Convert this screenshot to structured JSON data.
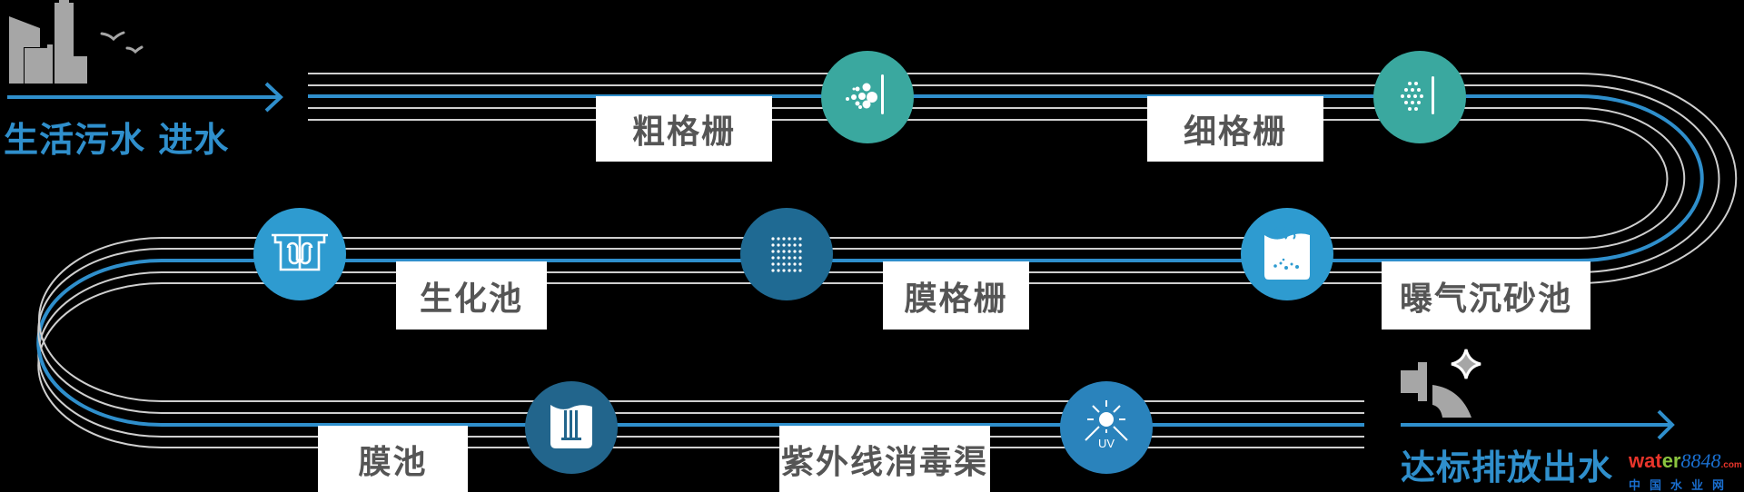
{
  "title_in": "生活污水 进水",
  "title_out": "达标排放出水",
  "steps": [
    {
      "label": "粗格栅",
      "icon": "coarse-screen-icon",
      "color": "#3aa89f"
    },
    {
      "label": "细格栅",
      "icon": "fine-screen-icon",
      "color": "#3aa89f"
    },
    {
      "label": "曝气沉砂池",
      "icon": "aerated-grit-tank-icon",
      "color": "#2e9bd0"
    },
    {
      "label": "膜格栅",
      "icon": "membrane-screen-icon",
      "color": "#1f6a93"
    },
    {
      "label": "生化池",
      "icon": "biochemical-tank-icon",
      "color": "#2e9bd0"
    },
    {
      "label": "膜池",
      "icon": "membrane-tank-icon",
      "color": "#22658c"
    },
    {
      "label": "紫外线消毒渠",
      "icon": "uv-sun-icon",
      "color": "#2a83bc"
    }
  ],
  "uv_text": "UV",
  "watermark": {
    "brand_a": "wat",
    "brand_b": "er",
    "digits": "8848",
    "domain": ".com",
    "cn": "中国水业网"
  },
  "colors": {
    "flow": "#2f8fcc",
    "track": "#cfcfcf",
    "label_text": "#555555"
  }
}
